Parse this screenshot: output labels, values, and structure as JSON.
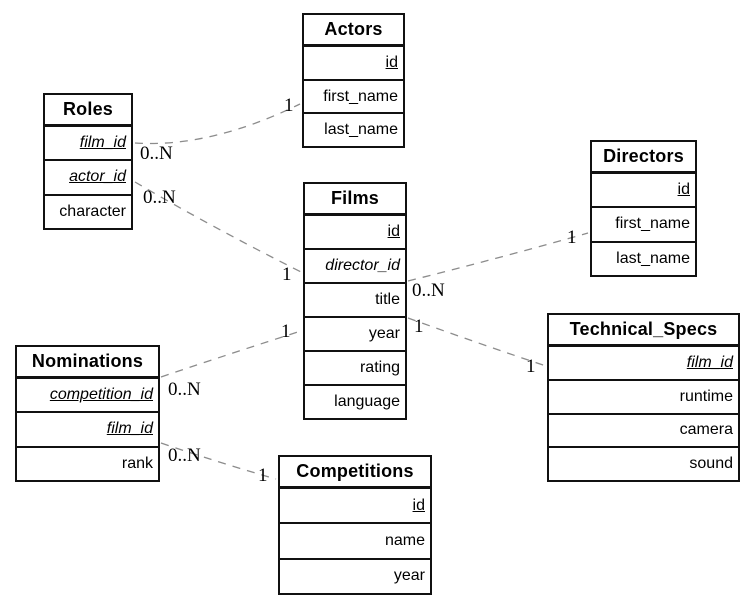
{
  "diagram": {
    "tables": [
      {
        "name": "Roles",
        "fields": [
          {
            "label": "film_id",
            "key": "PK,FK"
          },
          {
            "label": "actor_id",
            "key": "PK,FK"
          },
          {
            "label": "character",
            "key": ""
          }
        ]
      },
      {
        "name": "Actors",
        "fields": [
          {
            "label": "id",
            "key": "PK"
          },
          {
            "label": "first_name",
            "key": ""
          },
          {
            "label": "last_name",
            "key": ""
          }
        ]
      },
      {
        "name": "Films",
        "fields": [
          {
            "label": "id",
            "key": "PK"
          },
          {
            "label": "director_id",
            "key": "FK"
          },
          {
            "label": "title",
            "key": ""
          },
          {
            "label": "year",
            "key": ""
          },
          {
            "label": "rating",
            "key": ""
          },
          {
            "label": "language",
            "key": ""
          }
        ]
      },
      {
        "name": "Directors",
        "fields": [
          {
            "label": "id",
            "key": "PK"
          },
          {
            "label": "first_name",
            "key": ""
          },
          {
            "label": "last_name",
            "key": ""
          }
        ]
      },
      {
        "name": "Nominations",
        "fields": [
          {
            "label": "competition_id",
            "key": "PK,FK"
          },
          {
            "label": "film_id",
            "key": "PK,FK"
          },
          {
            "label": "rank",
            "key": ""
          }
        ]
      },
      {
        "name": "Technical_Specs",
        "fields": [
          {
            "label": "film_id",
            "key": "PK,FK"
          },
          {
            "label": "runtime",
            "key": ""
          },
          {
            "label": "camera",
            "key": ""
          },
          {
            "label": "sound",
            "key": ""
          }
        ]
      },
      {
        "name": "Competitions",
        "fields": [
          {
            "label": "id",
            "key": "PK"
          },
          {
            "label": "name",
            "key": ""
          },
          {
            "label": "year",
            "key": ""
          }
        ]
      }
    ],
    "relations": [
      {
        "a": "Roles",
        "b": "Actors",
        "a_card": "0..N",
        "b_card": "1"
      },
      {
        "a": "Roles",
        "b": "Films",
        "a_card": "0..N",
        "b_card": "1"
      },
      {
        "a": "Films",
        "b": "Directors",
        "a_card": "0..N",
        "b_card": "1"
      },
      {
        "a": "Films",
        "b": "Technical_Specs",
        "a_card": "1",
        "b_card": "1"
      },
      {
        "a": "Nominations",
        "b": "Films",
        "a_card": "0..N",
        "b_card": "1"
      },
      {
        "a": "Nominations",
        "b": "Competitions",
        "a_card": "0..N",
        "b_card": "1"
      }
    ],
    "colors": {
      "background": "#ffffff",
      "table_border": "#111111",
      "relation_line": "#8c8c8c",
      "text": "#000000"
    }
  }
}
